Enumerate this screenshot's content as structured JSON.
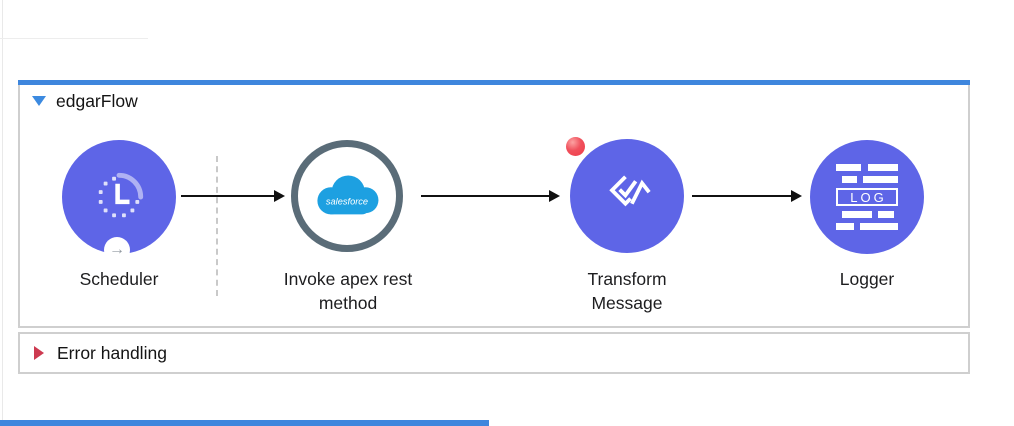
{
  "flow": {
    "title": "edgarFlow",
    "error_handling_label": "Error handling"
  },
  "nodes": [
    {
      "label": "Scheduler"
    },
    {
      "label": "Invoke apex rest method",
      "logo_text": "salesforce"
    },
    {
      "label": "Transform Message"
    },
    {
      "label": "Logger",
      "icon_text": "LOG"
    }
  ],
  "icons": {
    "trigger_arrow": "→"
  },
  "colors": {
    "node_fill": "#5E65E7",
    "flow_bar": "#3E86DD",
    "salesforce_ring": "#5A6C78",
    "salesforce_cloud": "#1DA0E1",
    "error_badge": "#EE3B49",
    "error_arrow": "#CD3A50",
    "collapse_arrow": "#3C8AE0",
    "border": "#CFCFCF",
    "connector": "#111111"
  }
}
